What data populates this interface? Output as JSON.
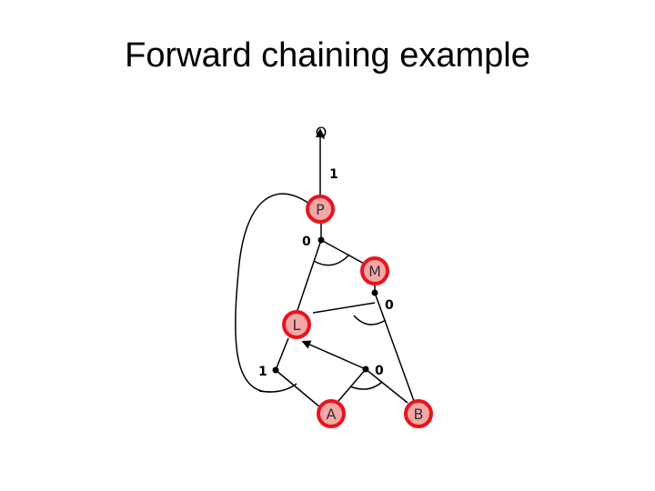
{
  "title": "Forward chaining example",
  "diagram": {
    "query": "Q",
    "nodes": [
      {
        "id": "P",
        "label": "P"
      },
      {
        "id": "M",
        "label": "M"
      },
      {
        "id": "L",
        "label": "L"
      },
      {
        "id": "A",
        "label": "A"
      },
      {
        "id": "B",
        "label": "B"
      }
    ],
    "counts": {
      "p_implies_q": "1",
      "l_and_m_implies_p": "0",
      "b_and_l_implies_m": "0",
      "a_and_p_implies_l": "1",
      "a_and_b_implies_l": "0"
    },
    "colors": {
      "node_fill": "#f4a7a7",
      "node_stroke": "#e8141c",
      "edge": "#000000"
    }
  }
}
